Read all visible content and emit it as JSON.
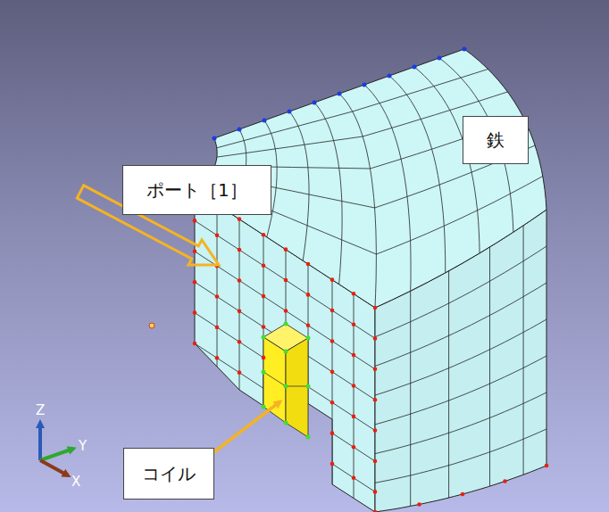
{
  "diagram": {
    "nodes": [
      {
        "text": [
          "ポート［1］"
        ]
      },
      {
        "text": [
          "鉄"
        ]
      },
      {
        "text": [
          "コイル"
        ]
      }
    ],
    "labels": [
      "Z",
      "Y",
      "X"
    ]
  }
}
